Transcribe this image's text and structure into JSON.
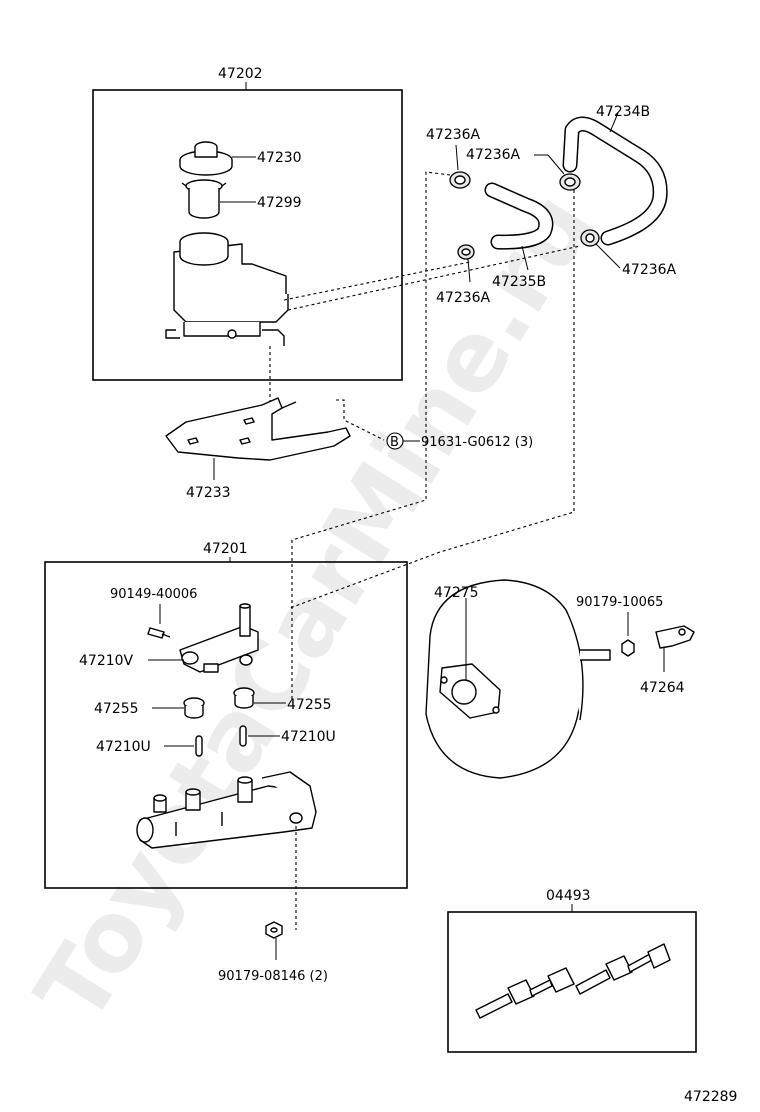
{
  "watermark": "ToyotaCarMine.ru",
  "diagram_id": "472289",
  "groups": {
    "reservoir_set": "47202",
    "master_cylinder": "47201",
    "kit": "04493"
  },
  "labels": {
    "cap": "47230",
    "strainer": "47299",
    "bracket": "47233",
    "bolt_ref": "91631-G0612 (3)",
    "bolt_circle": "B",
    "hose_clamp_1": "47236A",
    "hose_clamp_2": "47236A",
    "hose_clamp_3": "47236A",
    "hose_clamp_4": "47236A",
    "hose_b": "47235B",
    "hose_top": "47234B",
    "booster": "47275",
    "nut_10065": "90179-10065",
    "clevis": "47264",
    "screw_40006": "90149-40006",
    "union": "47210V",
    "grommet_left": "47255",
    "grommet_right": "47255",
    "pin_left": "47210U",
    "pin_right": "47210U",
    "nut_08146": "90179-08146 (2)"
  }
}
